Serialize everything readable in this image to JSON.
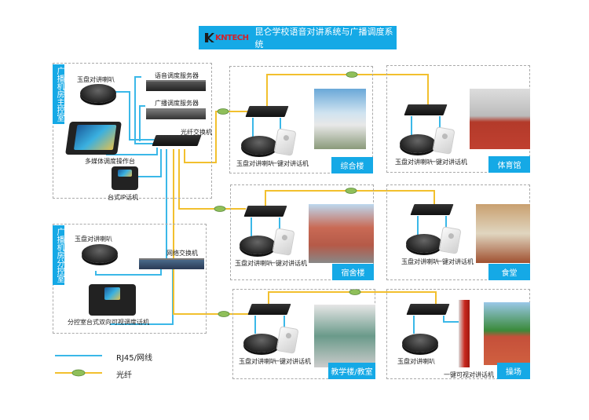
{
  "header": {
    "logo": "KNTECH",
    "title": "昆仑学校语音对讲系统与广播调度系统"
  },
  "main_room": {
    "label": "广播机房主控室",
    "speaker": "玉盘对讲喇叭",
    "voice_server": "语音调度服务器",
    "broadcast_server": "广播调度服务器",
    "fiber_switch": "光纤交换机",
    "console": "多媒体调度操作台",
    "ip_phone": "台式IP话机"
  },
  "branch_room": {
    "label": "广播机房分控室",
    "speaker": "玉盘对讲喇叭",
    "network_switch": "网络交换机",
    "video_phone": "分控室台式双向可视调度话机"
  },
  "buildings": [
    {
      "name": "综合楼",
      "speaker": "玉盘对讲喇叭",
      "intercom": "一键对讲话机"
    },
    {
      "name": "体育馆",
      "speaker": "玉盘对讲喇叭",
      "intercom": "一键对讲话机"
    },
    {
      "name": "宿舍楼",
      "speaker": "玉盘对讲喇叭",
      "intercom": "一键对讲话机"
    },
    {
      "name": "食堂",
      "speaker": "玉盘对讲喇叭",
      "intercom": "一键对讲话机"
    },
    {
      "name": "教学楼/教室",
      "speaker": "玉盘对讲喇叭",
      "intercom": "一键对讲话机"
    },
    {
      "name": "操场",
      "speaker": "玉盘对讲喇叭",
      "intercom": "一键可视对讲话机"
    }
  ],
  "legend": {
    "rj45": "RJ45/网线",
    "fiber": "光纤"
  },
  "colors": {
    "accent": "#15a9e6",
    "rj45": "#3bb8e8",
    "fiber": "#f2c02e"
  }
}
